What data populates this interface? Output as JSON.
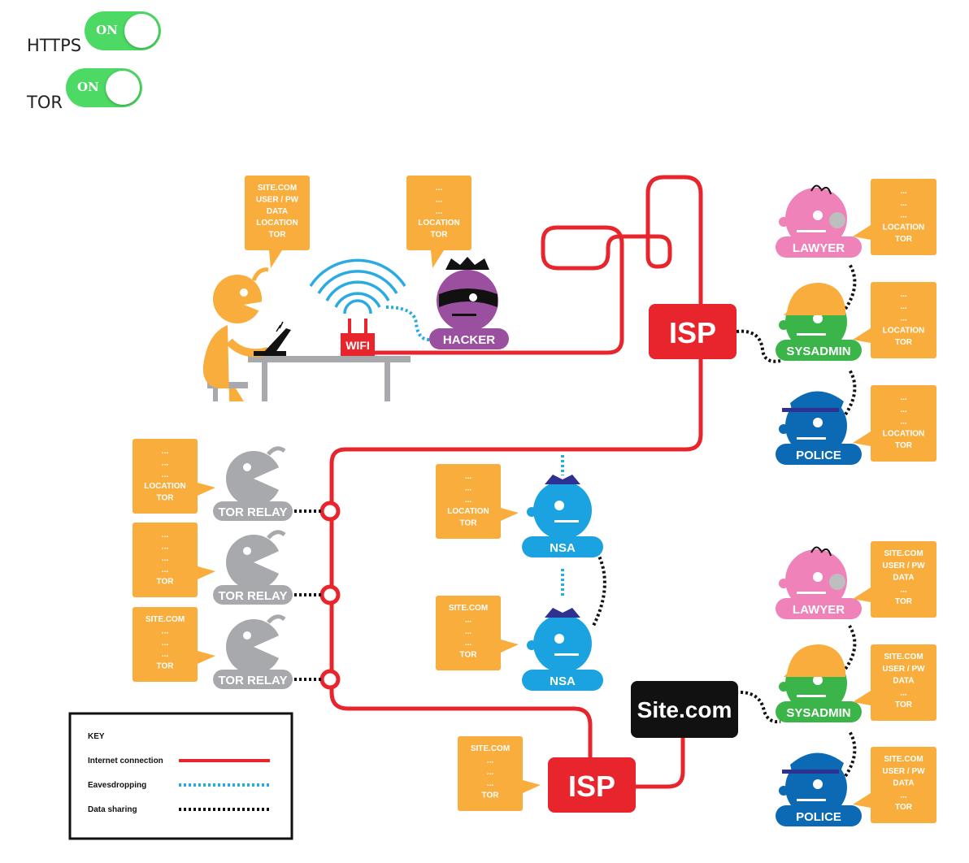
{
  "toggles": [
    {
      "label": "HTTPS",
      "state": "ON"
    },
    {
      "label": "TOR",
      "state": "ON"
    }
  ],
  "diagram": {
    "colors": {
      "internet": "#e8242c",
      "eaves": "#29abe2",
      "sharing": "#111111",
      "bubble": "#f8ad3c",
      "lawyer": "#ee82b9",
      "sysadmin": "#3bb54a",
      "police": "#0b6ab3",
      "nsa": "#1aa3e0",
      "relay": "#a7a9ac",
      "hacker": "#9b4f9f",
      "user": "#f8ad3c"
    },
    "isp_top": "ISP",
    "isp_bottom": "ISP",
    "site": "Site.com",
    "wifi": "WIFI",
    "hacker": "HACKER",
    "lawyer": "LAWYER",
    "sysadmin": "SYSADMIN",
    "police": "POLICE",
    "nsa": "NSA",
    "tor_relay": "TOR RELAY",
    "bubbles": {
      "user": [
        "SITE.COM",
        "USER / PW",
        "DATA",
        "LOCATION",
        "TOR"
      ],
      "hacker": [
        "...",
        "...",
        "...",
        "LOCATION",
        "TOR"
      ],
      "top_right": [
        "...",
        "...",
        "...",
        "LOCATION",
        "TOR"
      ],
      "relay1": [
        "...",
        "...",
        "...",
        "LOCATION",
        "TOR"
      ],
      "relay2": [
        "...",
        "...",
        "...",
        "...",
        "TOR"
      ],
      "relay3": [
        "SITE.COM",
        "...",
        "...",
        "...",
        "TOR"
      ],
      "nsa1": [
        "...",
        "...",
        "...",
        "LOCATION",
        "TOR"
      ],
      "nsa2": [
        "SITE.COM",
        "...",
        "...",
        "...",
        "TOR"
      ],
      "isp_bottom": [
        "SITE.COM",
        "...",
        "...",
        "...",
        "TOR"
      ],
      "bottom_right": [
        "SITE.COM",
        "USER / PW",
        "DATA",
        "...",
        "TOR"
      ]
    },
    "key": {
      "title": "KEY",
      "internet": "Internet connection",
      "eavesdropping": "Eavesdropping",
      "sharing": "Data sharing"
    }
  }
}
